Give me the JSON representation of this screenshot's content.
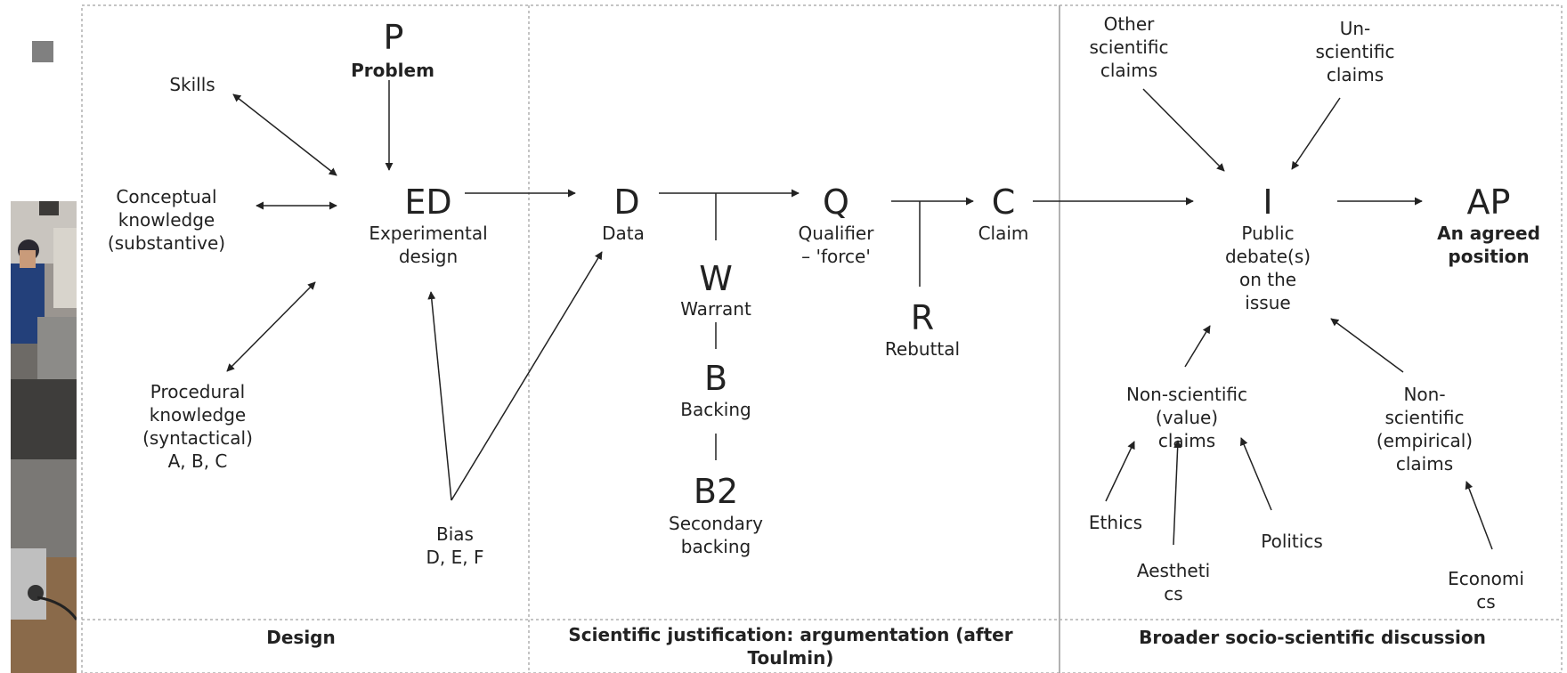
{
  "nodes": {
    "p": {
      "letter": "P",
      "label": [
        "Problem"
      ]
    },
    "ed": {
      "letter": "ED",
      "label": [
        "Experimental",
        "design"
      ]
    },
    "d": {
      "letter": "D",
      "label": [
        "Data"
      ]
    },
    "w": {
      "letter": "W",
      "label": [
        "Warrant"
      ]
    },
    "b": {
      "letter": "B",
      "label": [
        "Backing"
      ]
    },
    "b2": {
      "letter": "B2",
      "label": [
        "Secondary",
        "backing"
      ]
    },
    "q": {
      "letter": "Q",
      "label": [
        "Qualifier",
        "– 'force'"
      ]
    },
    "r": {
      "letter": "R",
      "label": [
        "Rebuttal"
      ]
    },
    "c": {
      "letter": "C",
      "label": [
        "Claim"
      ]
    },
    "i": {
      "letter": "I",
      "label": [
        "Public",
        "debate(s)",
        "on the",
        "issue"
      ]
    },
    "ap": {
      "letter": "AP",
      "label": [
        "An agreed",
        "position"
      ]
    }
  },
  "labels": {
    "skills": [
      "Skills"
    ],
    "conceptual": [
      "Conceptual",
      "knowledge",
      "(substantive)"
    ],
    "procedural": [
      "Procedural",
      "knowledge",
      "(syntactical)",
      "A, B, C"
    ],
    "bias": [
      "Bias",
      "D, E, F"
    ],
    "other_sci": [
      "Other",
      "scientific",
      "claims"
    ],
    "unsci": [
      "Un-",
      "scientific",
      "claims"
    ],
    "nonsci_value": [
      "Non-scientific",
      "(value)",
      "claims"
    ],
    "nonsci_empirical": [
      "Non-",
      "scientific",
      "(empirical)",
      "claims"
    ],
    "ethics": [
      "Ethics"
    ],
    "aesthetics": [
      "Aestheti",
      "cs"
    ],
    "politics": [
      "Politics"
    ],
    "economics": [
      "Economi",
      "cs"
    ]
  },
  "sections": {
    "design": [
      "Design"
    ],
    "justification": [
      "Scientific justification: argumentation (after",
      "Toulmin)"
    ],
    "broader": [
      "Broader socio-scientific discussion"
    ]
  },
  "colors": {
    "line": "#222222",
    "border": "#b0b0b0",
    "square": "#808080"
  }
}
